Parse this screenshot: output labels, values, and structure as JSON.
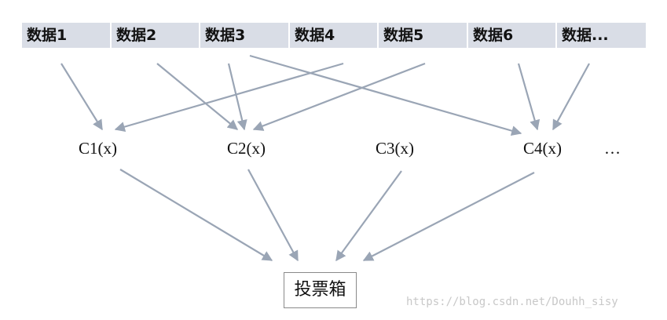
{
  "data_sources": [
    "数据1",
    "数据2",
    "数据3",
    "数据4",
    "数据5",
    "数据6",
    "数据..."
  ],
  "classifiers": [
    "C1(x)",
    "C2(x)",
    "C3(x)",
    "C4(x)",
    "…"
  ],
  "vote_box": "投票箱",
  "watermark": "https://blog.csdn.net/Douhh_sisy",
  "colors": {
    "data_bar": "#d9dde6",
    "arrow": "#9aa5b5",
    "box_border": "#8a8a8a"
  }
}
